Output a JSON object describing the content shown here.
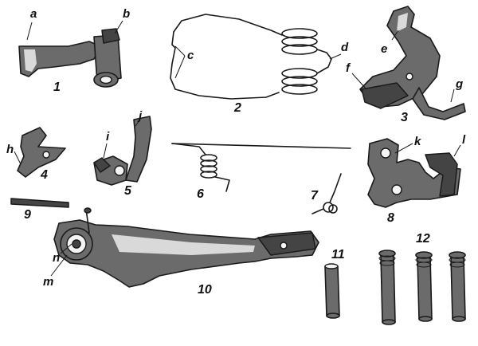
{
  "labels": {
    "parts": [
      "1",
      "2",
      "3",
      "4",
      "5",
      "6",
      "7",
      "8",
      "9",
      "10",
      "11",
      "12"
    ],
    "features": [
      "a",
      "b",
      "c",
      "d",
      "e",
      "f",
      "g",
      "h",
      "i",
      "j",
      "k",
      "l",
      "m",
      "n"
    ]
  }
}
